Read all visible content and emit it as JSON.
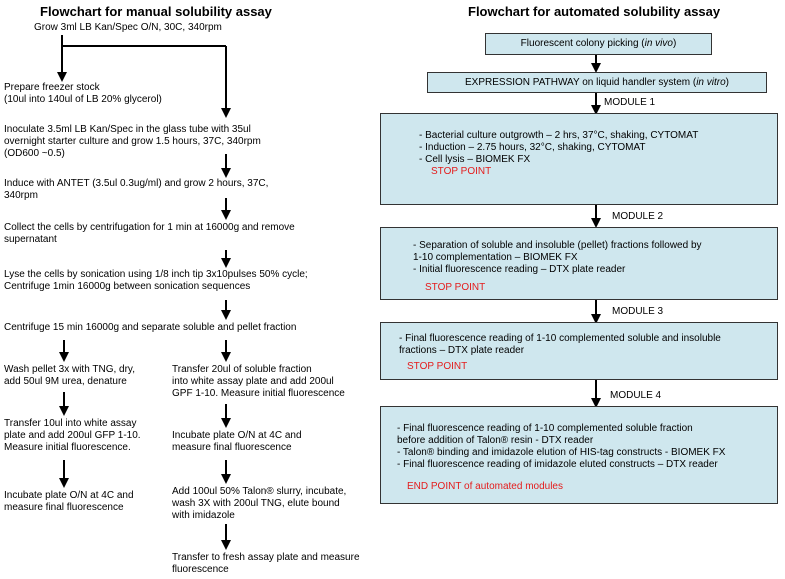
{
  "left": {
    "title": "Flowchart for manual solubility assay",
    "step_grow": "Grow 3ml LB Kan/Spec O/N, 30C, 340rpm",
    "step_freezer": "Prepare freezer stock\n(10ul into 140ul of LB 20% glycerol)",
    "step_inoculate": "Inoculate 3.5ml LB Kan/Spec in the glass tube with 35ul\novernight starter culture and grow 1.5 hours, 37C, 340rpm\n(OD600 ~0.5)",
    "step_induce": "Induce with ANTET (3.5ul 0.3ug/ml) and grow 2 hours, 37C,\n340rpm",
    "step_collect": "Collect the cells by centrifugation for 1 min at 16000g and remove\nsupernatant",
    "step_lyse": "Lyse the cells by sonication using 1/8 inch tip 3x10pulses 50% cycle;\nCentrifuge 1min 16000g between sonication sequences",
    "step_centrifuge": "Centrifuge 15 min 16000g and separate soluble and pellet fraction",
    "step_wash": "Wash pellet 3x with TNG, dry,\nadd 50ul 9M urea, denature",
    "step_transfer_left": "Transfer 10ul into white assay\nplate and add 200ul GFP 1-10.\nMeasure initial fluorescence.",
    "step_incubate_left": "Incubate plate O/N at 4C and\nmeasure final fluorescence",
    "step_transfer_right": "Transfer 20ul of soluble fraction\ninto white assay plate and add 200ul\nGPF 1-10. Measure initial fluorescence",
    "step_incubate_right": "Incubate plate O/N at 4C and\nmeasure final fluorescence",
    "step_talon": "Add 100ul 50% Talon® slurry, incubate,\nwash 3X with 200ul TNG, elute bound\nwith imidazole",
    "step_fresh": "Transfer to fresh assay plate and measure\nfluorescence"
  },
  "right": {
    "title": "Flowchart for automated solubility assay",
    "box_picking": "Fluorescent colony picking (in vivo)",
    "box_expression": "EXPRESSION PATHWAY on liquid handler system (in vitro)",
    "module1": "MODULE 1",
    "m1_text": "- Bacterial culture outgrowth – 2 hrs, 37°C, shaking, CYTOMAT\n- Induction – 2.75 hours, 32°C, shaking, CYTOMAT\n- Cell lysis – BIOMEK FX",
    "m1_stop": "STOP POINT",
    "module2": "MODULE 2",
    "m2_text": "- Separation of soluble and insoluble  (pellet) fractions followed by\n   1-10 complementation – BIOMEK FX\n- Initial fluorescence reading – DTX plate reader",
    "m2_stop": "STOP POINT",
    "module3": "MODULE 3",
    "m3_text": "- Final fluorescence reading of 1-10 complemented soluble and insoluble\n   fractions – DTX plate reader",
    "m3_stop": "STOP POINT",
    "module4": "MODULE 4",
    "m4_text": "- Final fluorescence reading of 1-10 complemented soluble fraction\n   before addition of Talon® resin - DTX reader\n- Talon® binding and imidazole elution of HIS-tag constructs - BIOMEK FX\n- Final fluorescence reading of imidazole eluted constructs – DTX reader",
    "m4_end": "END POINT of automated modules"
  }
}
